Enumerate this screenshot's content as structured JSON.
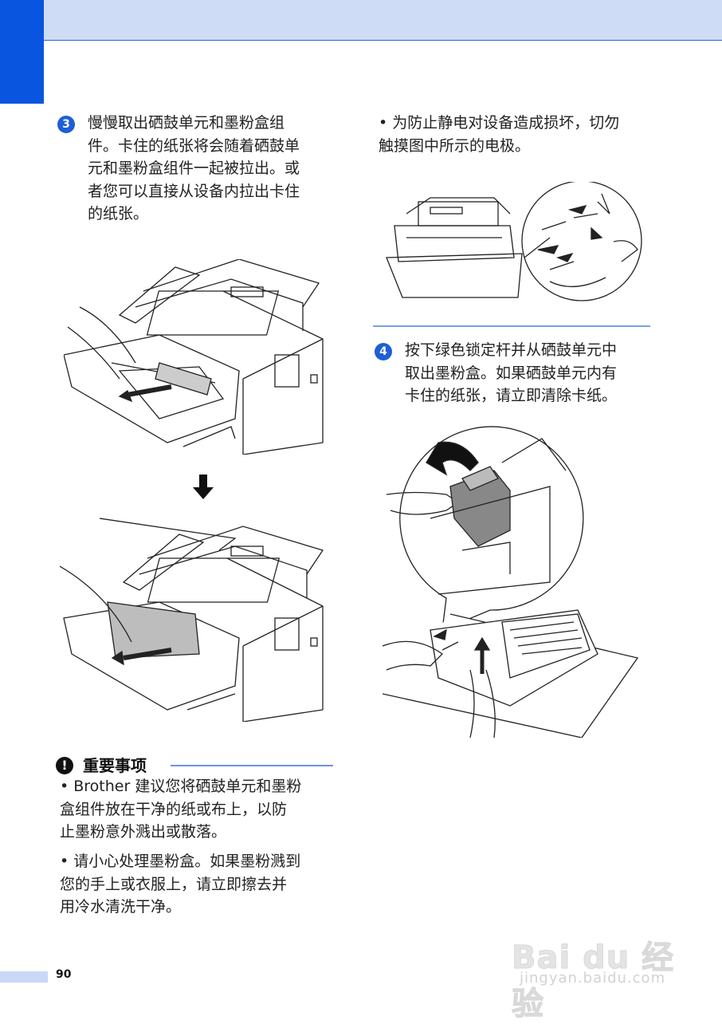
{
  "page_number": "90",
  "step3": {
    "number": "3",
    "lines": [
      "慢慢取出硒鼓单元和墨粉盒组",
      "件。卡住的纸张将会随着硒鼓单",
      "元和墨粉盒组件一起被拉出。或",
      "者您可以直接从设备内拉出卡住",
      "的纸张。"
    ]
  },
  "static_bullet": {
    "lines": [
      "• 为防止静电对设备造成损坏，切勿",
      "   触摸图中所示的电极。"
    ]
  },
  "step4": {
    "number": "4",
    "lines": [
      "按下绿色锁定杆并从硒鼓单元中",
      "取出墨粉盒。如果硒鼓单元内有",
      "卡住的纸张，请立即清除卡纸。"
    ]
  },
  "important": {
    "icon": "!",
    "title": "重要事项",
    "bullets": [
      [
        "• Brother 建议您将硒鼓单元和墨粉",
        "   盒组件放在干净的纸或布上，以防",
        "   止墨粉意外溅出或散落。"
      ],
      [
        "• 请小心处理墨粉盒。如果墨粉溅到",
        "   您的手上或衣服上，请立即擦去并",
        "   用冷水清洗干净。"
      ]
    ]
  },
  "watermark": {
    "logo": "Bai du 经验",
    "url": "jingyan.baidu.com"
  }
}
